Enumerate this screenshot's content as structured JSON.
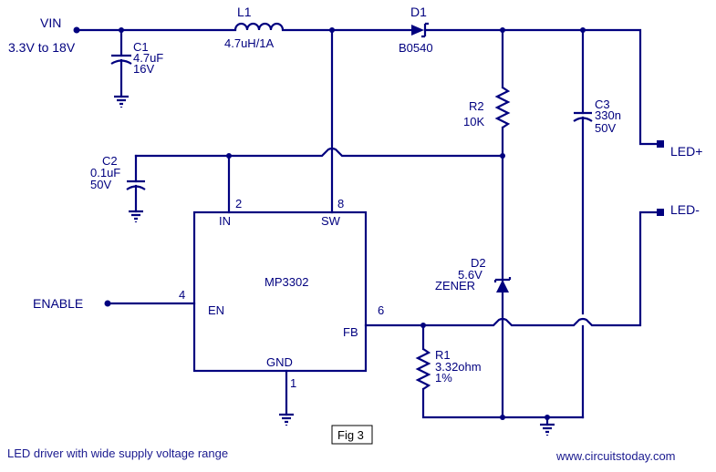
{
  "diagram": {
    "title": "LED driver with wide supply voltage range",
    "figure_label": "Fig 3",
    "website": "www.circuitstoday.com",
    "color": "#00007f",
    "inputs": {
      "vin_label": "VIN",
      "vin_range": "3.3V to 18V",
      "enable_label": "ENABLE"
    },
    "outputs": {
      "led_plus": "LED+",
      "led_minus": "LED-"
    },
    "components": {
      "C1": {
        "ref": "C1",
        "value": "4.7uF",
        "rating": "16V"
      },
      "L1": {
        "ref": "L1",
        "value": "4.7uH/1A"
      },
      "D1": {
        "ref": "D1",
        "value": "B0540"
      },
      "R2": {
        "ref": "R2",
        "value": "10K"
      },
      "C3": {
        "ref": "C3",
        "value": "330n",
        "rating": "50V"
      },
      "C2": {
        "ref": "C2",
        "value": "0.1uF",
        "rating": "50V"
      },
      "D2": {
        "ref": "D2",
        "value": "5.6V",
        "type": "ZENER"
      },
      "R1": {
        "ref": "R1",
        "value": "3.32ohm",
        "tolerance": "1%"
      }
    },
    "ic": {
      "name": "MP3302",
      "pins": {
        "in": {
          "number": "2",
          "name": "IN"
        },
        "sw": {
          "number": "8",
          "name": "SW"
        },
        "en": {
          "number": "4",
          "name": "EN"
        },
        "fb": {
          "number": "6",
          "name": "FB"
        },
        "gnd": {
          "number": "1",
          "name": "GND"
        }
      }
    }
  }
}
